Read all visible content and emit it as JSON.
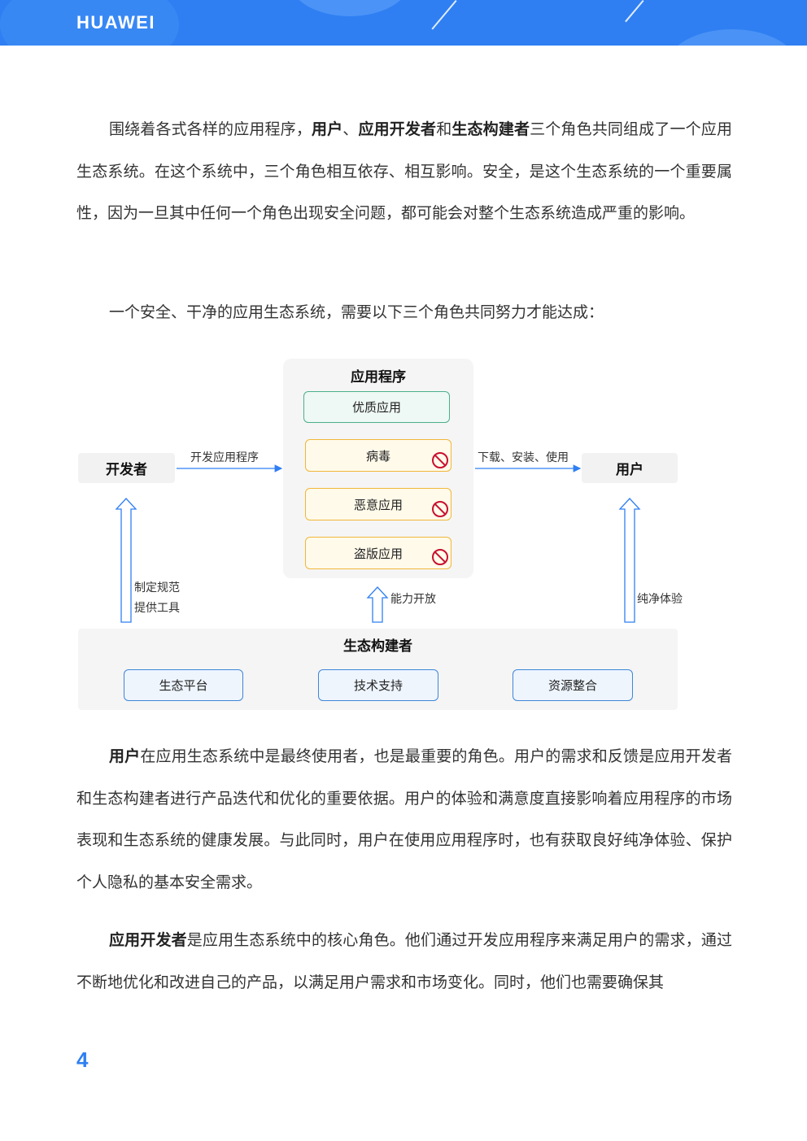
{
  "header": {
    "logo_text": "HUAWEI",
    "band_color": "#2f7ff3"
  },
  "paragraphs": {
    "p1": {
      "t1": "围绕着各式各样的应用程序，",
      "b1": "用户",
      "t2": "、",
      "b2": "应用开发者",
      "t3": "和",
      "b3": "生态构建者",
      "t4": "三个角色共同组成了一个应用生态系统。在这个系统中，三个角色相互依存、相互影响。安全，是这个生态系统的一个重要属性，因为一旦其中任何一个角色出现安全问题，都可能会对整个生态系统造成严重的影响。"
    },
    "p2": "一个安全、干净的应用生态系统，需要以下三个角色共同努力才能达成：",
    "p3": {
      "b1": "用户",
      "t1": "在应用生态系统中是最终使用者，也是最重要的角色。用户的需求和反馈是应用开发者和生态构建者进行产品迭代和优化的重要依据。用户的体验和满意度直接影响着应用程序的市场表现和生态系统的健康发展。与此同时，用户在使用应用程序时，也有获取良好纯净体验、保护个人隐私的基本安全需求。"
    },
    "p4": {
      "b1": "应用开发者",
      "t1": "是应用生态系统中的核心角色。他们通过开发应用程序来满足用户的需求，通过不断地优化和改进自己的产品，以满足用户需求和市场变化。同时，他们也需要确保其"
    }
  },
  "diagram": {
    "app_panel": {
      "title": "应用程序",
      "good": "优质应用",
      "bad": [
        "病毒",
        "恶意应用",
        "盗版应用"
      ],
      "ban_icon": "prohibited-icon"
    },
    "developer": "开发者",
    "user": "用户",
    "edge_dev_to_app": "开发应用程序",
    "edge_app_to_user": "下载、安装、使用",
    "edge_eco_to_dev_1": "制定规范",
    "edge_eco_to_dev_2": "提供工具",
    "edge_eco_to_app": "能力开放",
    "edge_eco_to_user": "纯净体验",
    "eco_panel": {
      "title": "生态构建者",
      "items": [
        "生态平台",
        "技术支持",
        "资源整合"
      ]
    },
    "colors": {
      "good_border": "#4caf8c",
      "bad_border": "#f0b73a",
      "eco_border": "#3f86d8",
      "arrow": "#2f7ff3",
      "ban": "#c8102e"
    }
  },
  "page_number": "4"
}
